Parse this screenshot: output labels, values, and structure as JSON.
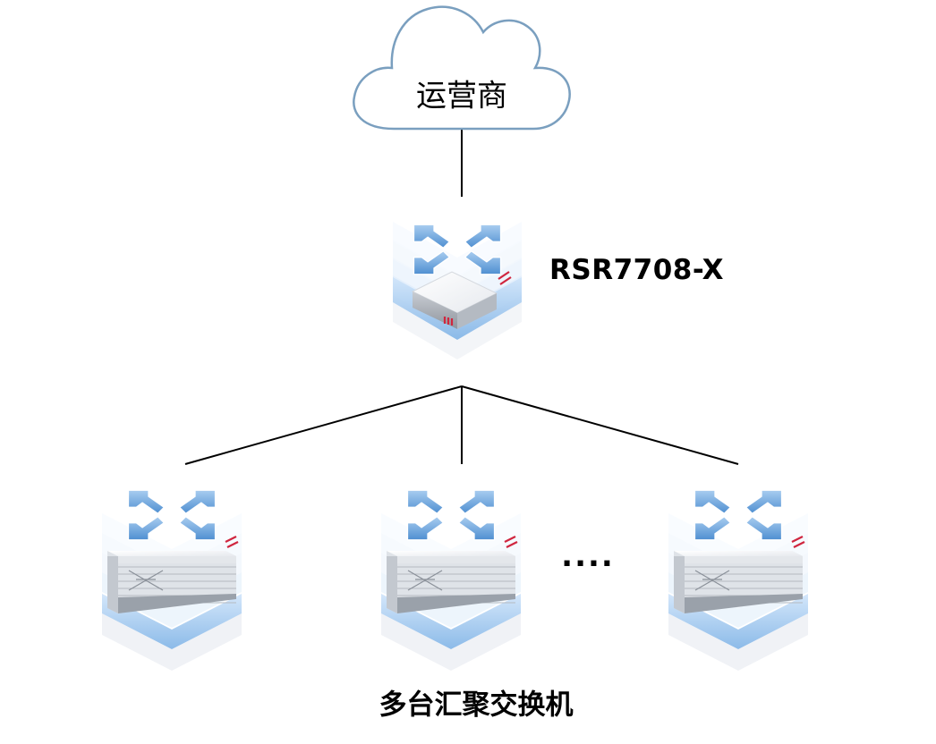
{
  "diagram": {
    "nodes": {
      "cloud": {
        "label": "运营商",
        "icon": "cloud-icon"
      },
      "router": {
        "label": "RSR7708-X",
        "icon": "router-icon"
      },
      "switches": [
        {
          "icon": "aggregation-switch-icon"
        },
        {
          "icon": "aggregation-switch-icon"
        },
        {
          "icon": "aggregation-switch-icon"
        }
      ],
      "ellipsis": "....",
      "switches_caption": "多台汇聚交换机"
    },
    "edges": [
      {
        "from": "cloud",
        "to": "router"
      },
      {
        "from": "router",
        "to": "switch-1"
      },
      {
        "from": "router",
        "to": "switch-2"
      },
      {
        "from": "router",
        "to": "switch-3"
      }
    ],
    "colors": {
      "cloud_stroke": "#7a9fbf",
      "accent_red": "#d0263f",
      "icon_blue": "#7fb3e6",
      "line": "#000000"
    }
  }
}
